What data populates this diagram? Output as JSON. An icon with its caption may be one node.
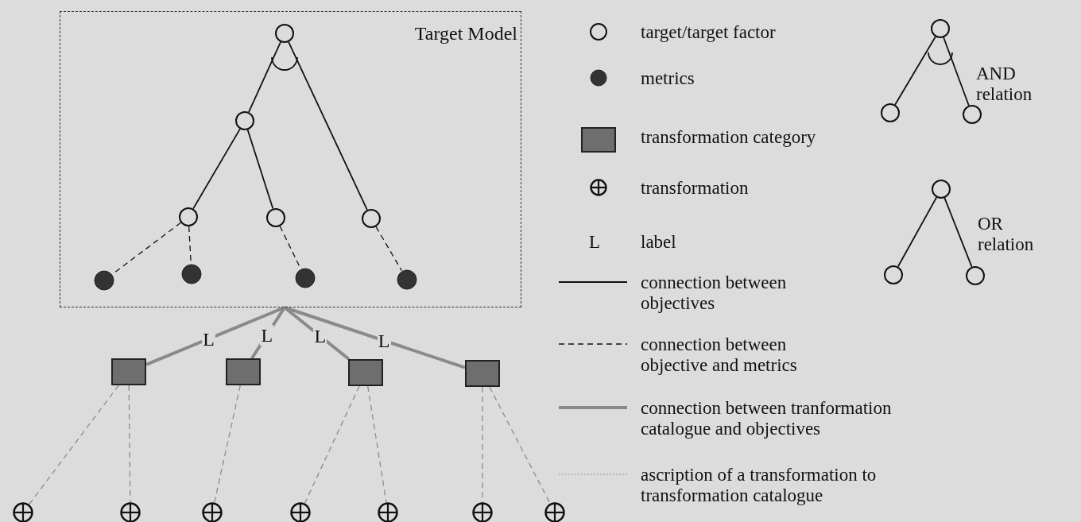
{
  "diagram": {
    "nodes": [
      {
        "text": [
          "Target Model"
        ]
      },
      {
        "text": [],
        "shape": "circle",
        "in": 0
      },
      {
        "text": [],
        "shape": "circle",
        "in": 0
      },
      {
        "text": [],
        "shape": "circle",
        "in": 0
      },
      {
        "text": [],
        "shape": "circle",
        "in": 0
      },
      {
        "text": [],
        "shape": "circle",
        "in": 0
      },
      {
        "text": [],
        "shape": "circle",
        "in": 0
      },
      {
        "text": [],
        "shape": "circle",
        "in": 0
      },
      {
        "text": [],
        "shape": "circle",
        "in": 0
      },
      {
        "text": [],
        "shape": "circle",
        "in": 0
      },
      {
        "text": [],
        "shape": "box"
      },
      {
        "text": [],
        "shape": "box"
      },
      {
        "text": [],
        "shape": "box"
      },
      {
        "text": [],
        "shape": "box"
      },
      {
        "text": [],
        "shape": "circle"
      },
      {
        "text": [],
        "shape": "circle"
      },
      {
        "text": [],
        "shape": "circle"
      },
      {
        "text": [],
        "shape": "circle"
      },
      {
        "text": [],
        "shape": "circle"
      },
      {
        "text": [],
        "shape": "circle"
      },
      {
        "text": [],
        "shape": "circle"
      },
      {
        "text": [],
        "shape": "circle"
      },
      {
        "text": [],
        "shape": "circle"
      },
      {
        "text": [],
        "shape": "circle"
      },
      {
        "text": [],
        "shape": "circle"
      },
      {
        "text": [],
        "shape": "circle"
      },
      {
        "text": [],
        "shape": "circle"
      }
    ],
    "edges": [
      {
        "from": 1,
        "to": 2,
        "arrow": "none"
      },
      {
        "from": 1,
        "to": 5,
        "arrow": "none"
      },
      {
        "from": 2,
        "to": 3,
        "arrow": "none"
      },
      {
        "from": 2,
        "to": 4,
        "arrow": "none"
      },
      {
        "from": 3,
        "to": 6,
        "arrow": "none",
        "style": "dashed"
      },
      {
        "from": 3,
        "to": 7,
        "arrow": "none",
        "style": "dashed"
      },
      {
        "from": 4,
        "to": 8,
        "arrow": "none",
        "style": "dashed"
      },
      {
        "from": 5,
        "to": 9,
        "arrow": "none",
        "style": "dashed"
      },
      {
        "from": 0,
        "to": 10,
        "arrow": "none",
        "label": "L",
        "style": "thick",
        "color": "#8a8a8a"
      },
      {
        "from": 0,
        "to": 11,
        "arrow": "none",
        "label": "L",
        "style": "thick",
        "color": "#8a8a8a"
      },
      {
        "from": 0,
        "to": 12,
        "arrow": "none",
        "label": "L",
        "style": "thick",
        "color": "#8a8a8a"
      },
      {
        "from": 0,
        "to": 13,
        "arrow": "none",
        "label": "L",
        "style": "thick",
        "color": "#8a8a8a"
      },
      {
        "from": 10,
        "to": 14,
        "arrow": "none",
        "style": "dashed",
        "color": "#8c8c8c"
      },
      {
        "from": 10,
        "to": 15,
        "arrow": "none",
        "style": "dashed",
        "color": "#8c8c8c"
      },
      {
        "from": 11,
        "to": 16,
        "arrow": "none",
        "style": "dashed",
        "color": "#8c8c8c"
      },
      {
        "from": 12,
        "to": 17,
        "arrow": "none",
        "style": "dashed",
        "color": "#8c8c8c"
      },
      {
        "from": 12,
        "to": 18,
        "arrow": "none",
        "style": "dashed",
        "color": "#8c8c8c"
      },
      {
        "from": 13,
        "to": 19,
        "arrow": "none",
        "style": "dashed",
        "color": "#8c8c8c"
      },
      {
        "from": 13,
        "to": 20,
        "arrow": "none",
        "style": "dashed",
        "color": "#8c8c8c"
      },
      {
        "from": 21,
        "to": 22,
        "arrow": "none"
      },
      {
        "from": 21,
        "to": 23,
        "arrow": "none"
      },
      {
        "from": 24,
        "to": 25,
        "arrow": "none"
      },
      {
        "from": 24,
        "to": 26,
        "arrow": "none"
      }
    ],
    "labels": [
      "L",
      "AND relation",
      "OR relation"
    ],
    "legend": [
      {
        "text": "target/target factor"
      },
      {
        "text": "metrics"
      },
      {
        "text": "transformation category"
      },
      {
        "text": "transformation"
      },
      {
        "text": "label"
      },
      {
        "text": "connection between objectives"
      },
      {
        "text": "connection between objective and metrics"
      },
      {
        "text": "connection between tranformation catalogue and objectives"
      },
      {
        "text": "ascription of a transformation to transformation catalogue"
      }
    ]
  }
}
